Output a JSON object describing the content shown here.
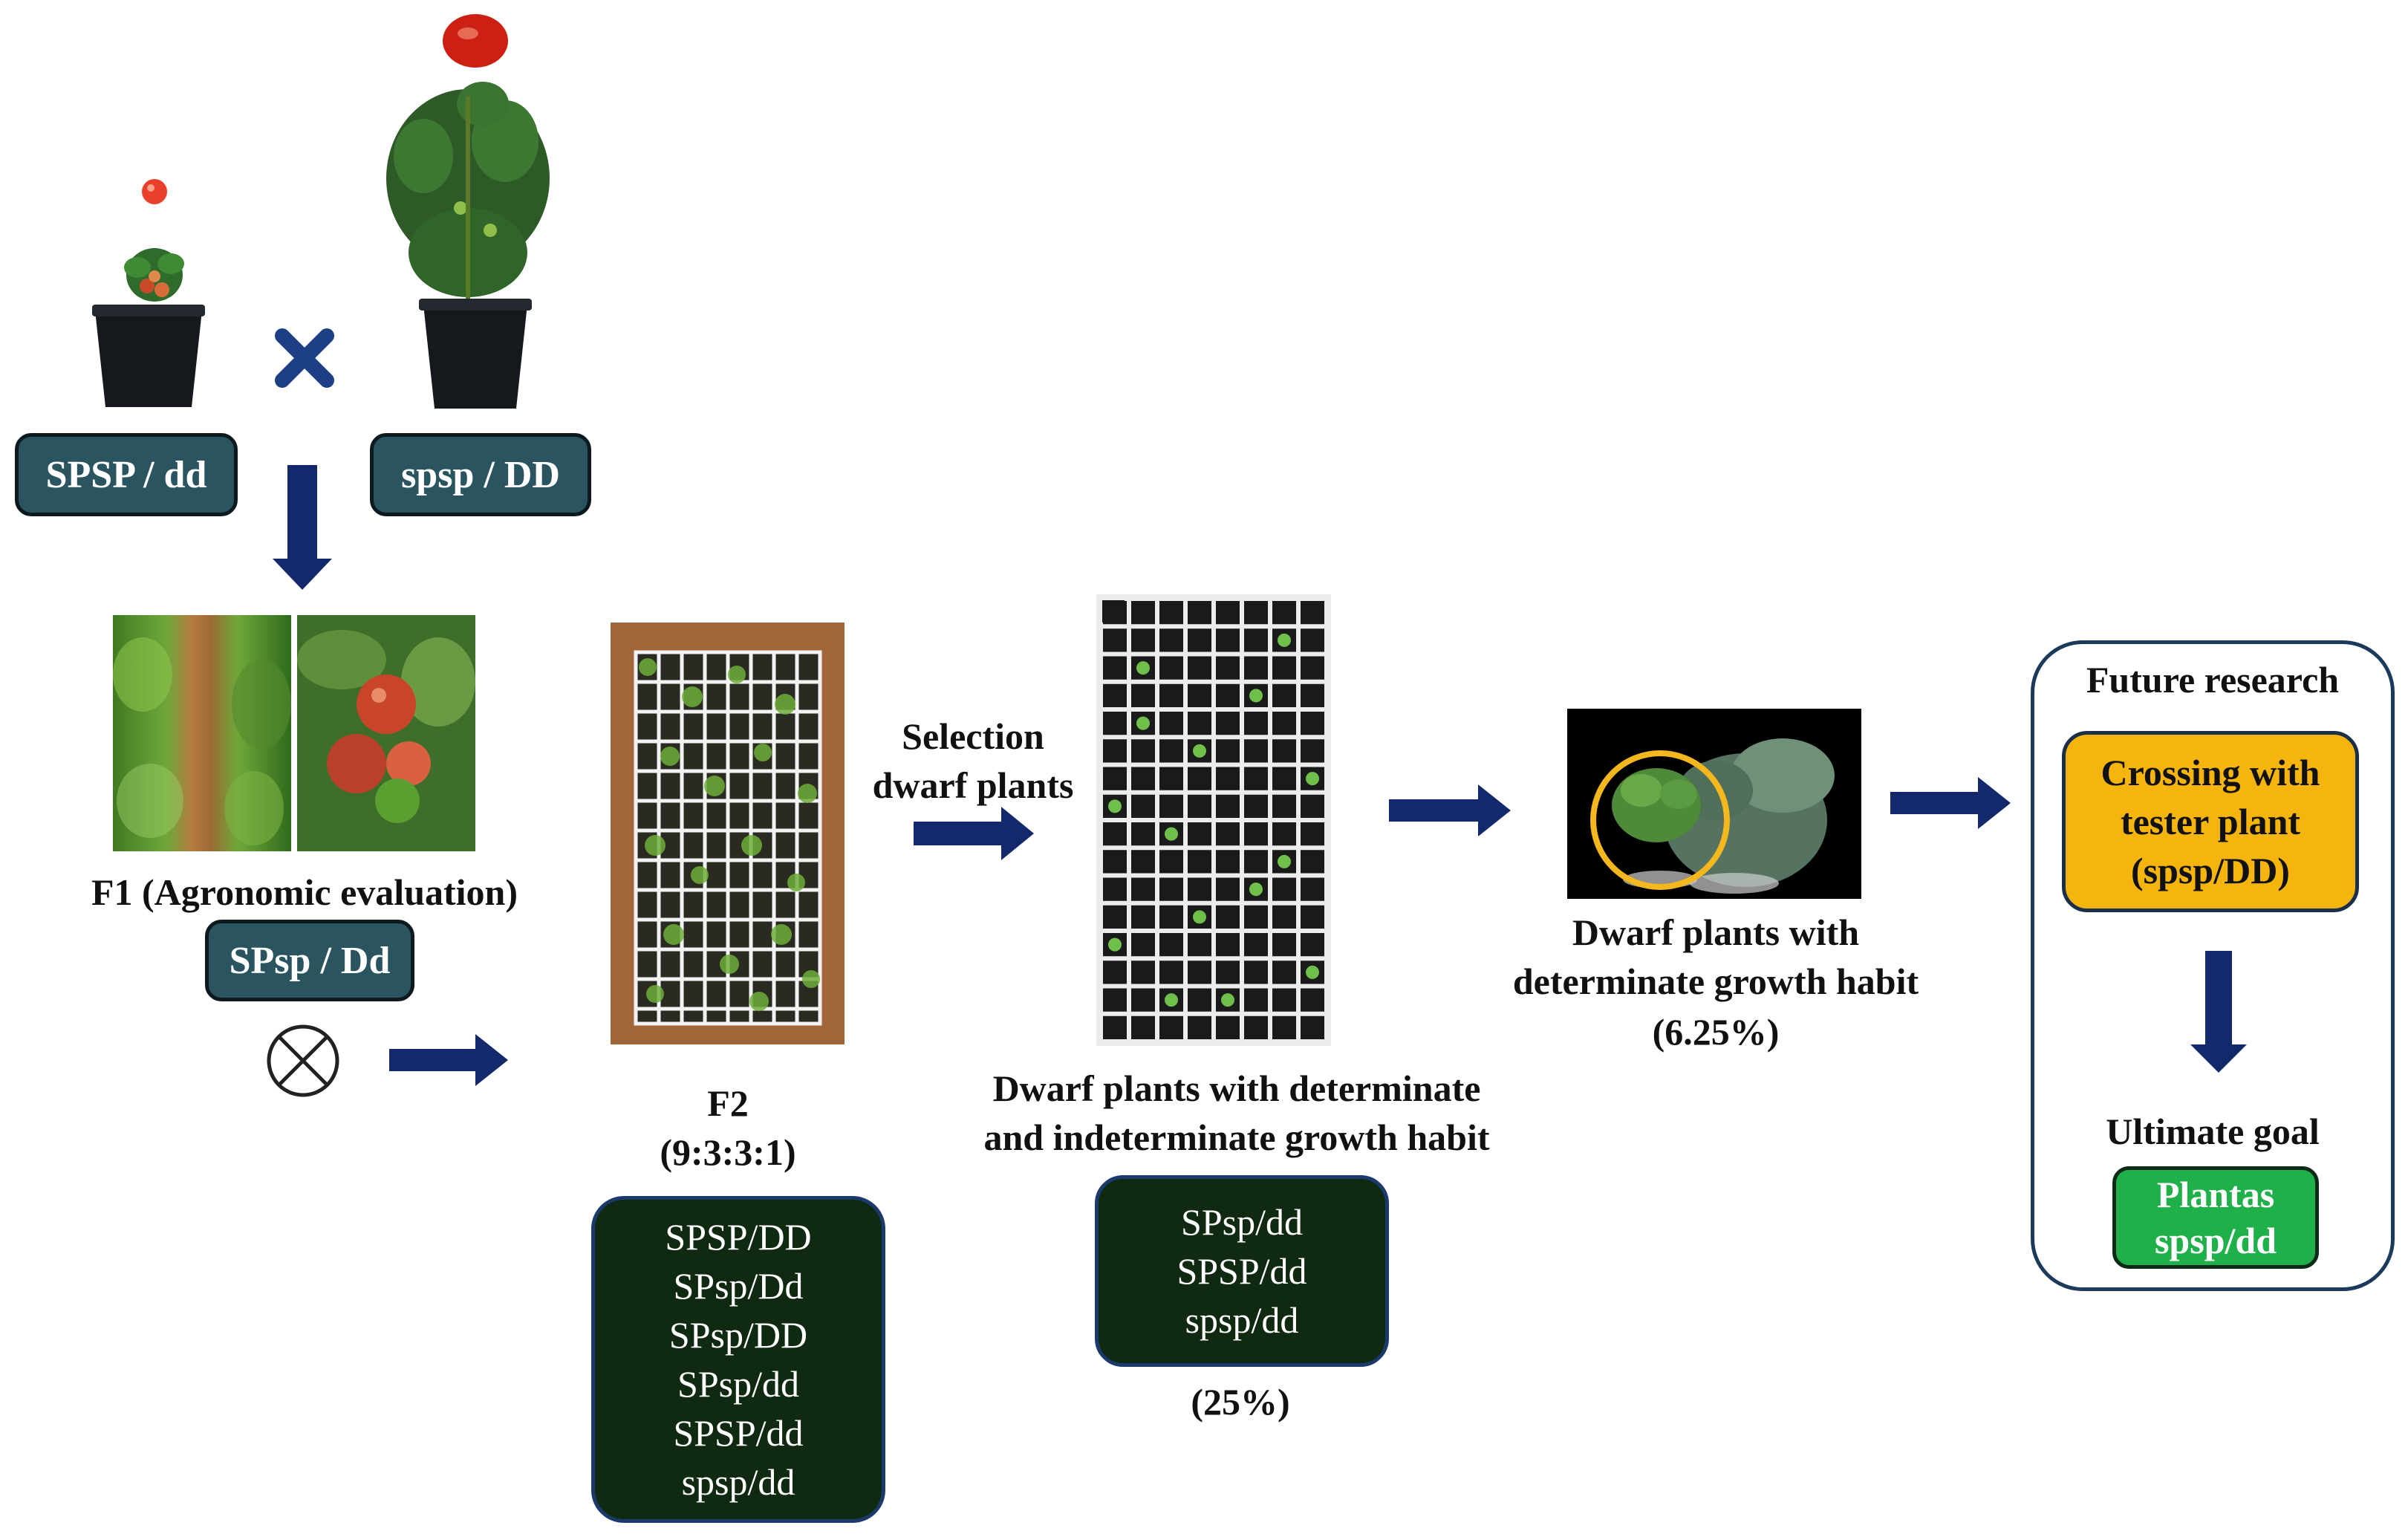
{
  "parents": {
    "left_genotype": "SPSP / dd",
    "right_genotype": "spsp / DD"
  },
  "f1": {
    "title": "F1 (Agronomic evaluation)",
    "genotype": "SPsp / Dd"
  },
  "f2": {
    "title": "F2",
    "ratio": "(9:3:3:1)",
    "genotypes": [
      "SPSP/DD",
      "SPsp/Dd",
      "SPsp/DD",
      "SPsp/dd",
      "SPSP/dd",
      "spsp/dd"
    ]
  },
  "selection": {
    "label_line1": "Selection",
    "label_line2": "dwarf plants"
  },
  "dwarf_mixed": {
    "title_line1": "Dwarf plants with determinate",
    "title_line2": "and indeterminate growth habit",
    "genotypes": [
      "SPsp/dd",
      "SPSP/dd",
      "spsp/dd"
    ],
    "percent": "(25%)"
  },
  "dwarf_determinate": {
    "title_line1": "Dwarf plants with",
    "title_line2": "determinate growth habit",
    "percent": "(6.25%)"
  },
  "future": {
    "title": "Future research",
    "crossing_line1": "Crossing with",
    "crossing_line2": "tester plant",
    "crossing_line3": "(spsp/DD)",
    "goal_title": "Ultimate goal",
    "goal_line1": "Plantas",
    "goal_line2": "spsp/dd"
  },
  "colors": {
    "navy_arrow": "#13296b",
    "genotype_box": "#2a5560",
    "dark_box": "#0f2a10",
    "crossing_box": "#f5b50e",
    "goal_box": "#1fb04a"
  },
  "icons": {
    "cross": "x-cross-icon",
    "self": "otimes-self-cross-icon"
  }
}
